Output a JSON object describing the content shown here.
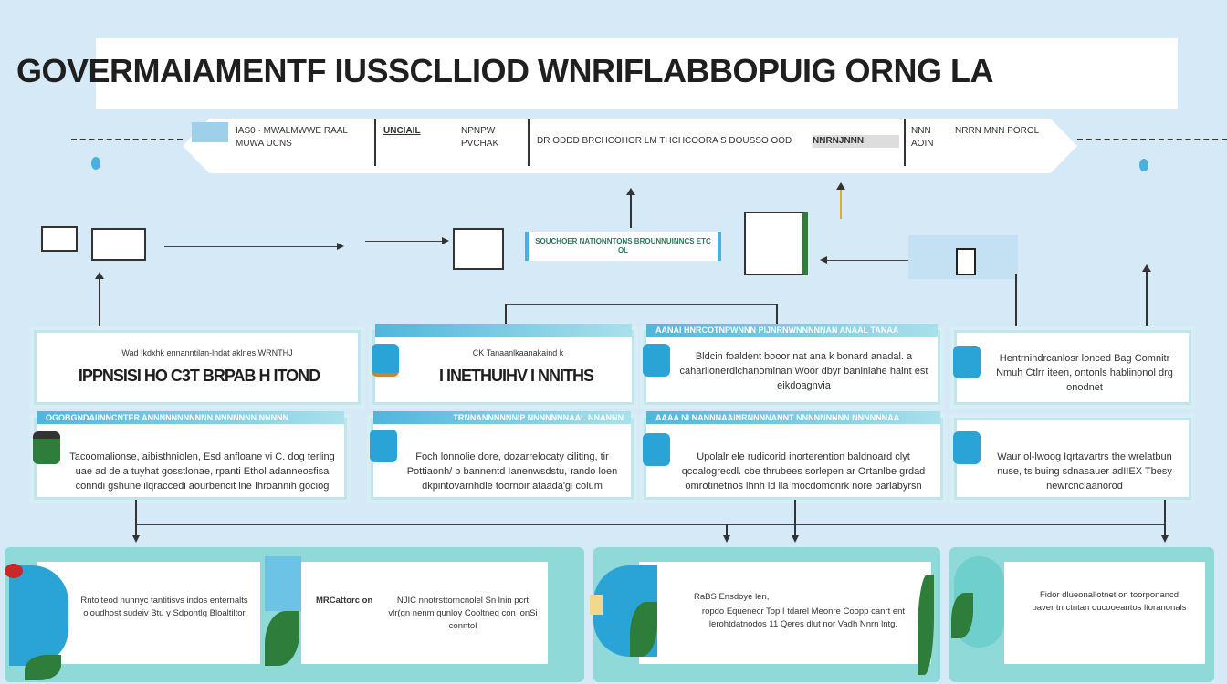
{
  "title": "GOVERMAIAMENTF IUSSCLLIOD WNRIFLABBOPUIG ORNG LA",
  "band": {
    "segments": [
      "IAS0 · MWALMWWE RAAL MUWA UCNS",
      "UNCIAIL",
      "NPNPW PVCHAK",
      "DR ODDD BRCHCOHOR LM THCHCOORA S DOUSSO OOD",
      "NNRNJNNN",
      "NNN AOIN",
      "NRRN MNN POROL"
    ]
  },
  "middle": {
    "label_box": "SOUCHOER NATIONNTONS BROUNNUINNCS ETC OL"
  },
  "cards": [
    {
      "header": "",
      "small": "Wad Ikdxhk  ennanntilan-lndat aklnes  WRNTHJ",
      "big": "IPPNSISI HO C3T BRPAB H ITOND"
    },
    {
      "header": "",
      "small": "CK Tanaanlkaanakaind k",
      "big": "I INETHUIHV I NNITHS"
    },
    {
      "header": "AANAI HNRCOTNPWNNN PIJNRNWNNNNNAN ANAAL TANAA",
      "body": "Bldcin foaldent booor nat ana k bonard anadal. a caharlionerdichanominan Woor dbyr baninlahe haint est eikdoagnvia"
    },
    {
      "header": "",
      "body": "Hentrnindrcanlosr lonced Bag Comnitr Nmuh Ctlrr iteen, ontonls hablinonol drg onodnet"
    },
    {
      "header": "OGOBGNDAIINNCNTER ANNNNNNNNNNN NNNNNNN NNNNN",
      "body": "Tacoomalionse, aibisthniolen, Esd anfloane vi C. dog terling uae ad de a tuyhat gosstlonae, rpanti Ethol adanneosfisa conndi gshune ilqraccedi aourbencit lne Ihroannih gociog"
    },
    {
      "header": "TRNNANNNNNNIP NNNNNNNAAL NNANNN",
      "body": "Foch lonnolie dore, dozarrelocaty ciliting, tir Pottiaonh/ b bannentd Ianenwsdstu, rando loen dkpintovarnhdle toornoir ataada'gi colum"
    },
    {
      "header": "AAAA NI NANNNAAINRNNNNANNT NNNNNNNNN NNNNNNAA",
      "body": "Upolalr ele rudicorid inorterention baldnoard clyt qcoalogrecdl. cbe thrubees sorlepen ar Ortanlbe grdad omrotinetnos lhnh ld lla mocdomonrk nore barlabyrsn"
    },
    {
      "header": "",
      "body": "Waur ol-lwoog Iqrtavartrs the wrelatbun nuse, ts buing sdnasauer adIIEX Tbesy newrcnclaanorod"
    }
  ],
  "panels": [
    {
      "body": "Rntolteod nunnyc tantitisvs indos enternalts oloudhost sudeiv Btu y Sdpontlg Bloaltiltor"
    },
    {
      "head": "MRCattorc on",
      "body": "NJIC nnotrsttorncnolel Sn lnin pcrt vlr(gn nenm gunloy Cooltneq con lonSi conntol"
    },
    {
      "head": "RaBS Ensdoye len,",
      "body": "ropdo Equenecr Top I tdarel Meonre Coopp canrt ent lerohtdatnodos  11 Qeres dlut nor Vadh  Nnrn lntg."
    },
    {
      "body": "Fidor dlueonallotnet on toorponancd paver tn ctntan oucooeantos ltoranonals"
    }
  ],
  "colors": {
    "background": "#d5eaf6",
    "accent": "#2aa3d6",
    "teal": "#8fdad8",
    "leaf": "#2e7d3a"
  }
}
